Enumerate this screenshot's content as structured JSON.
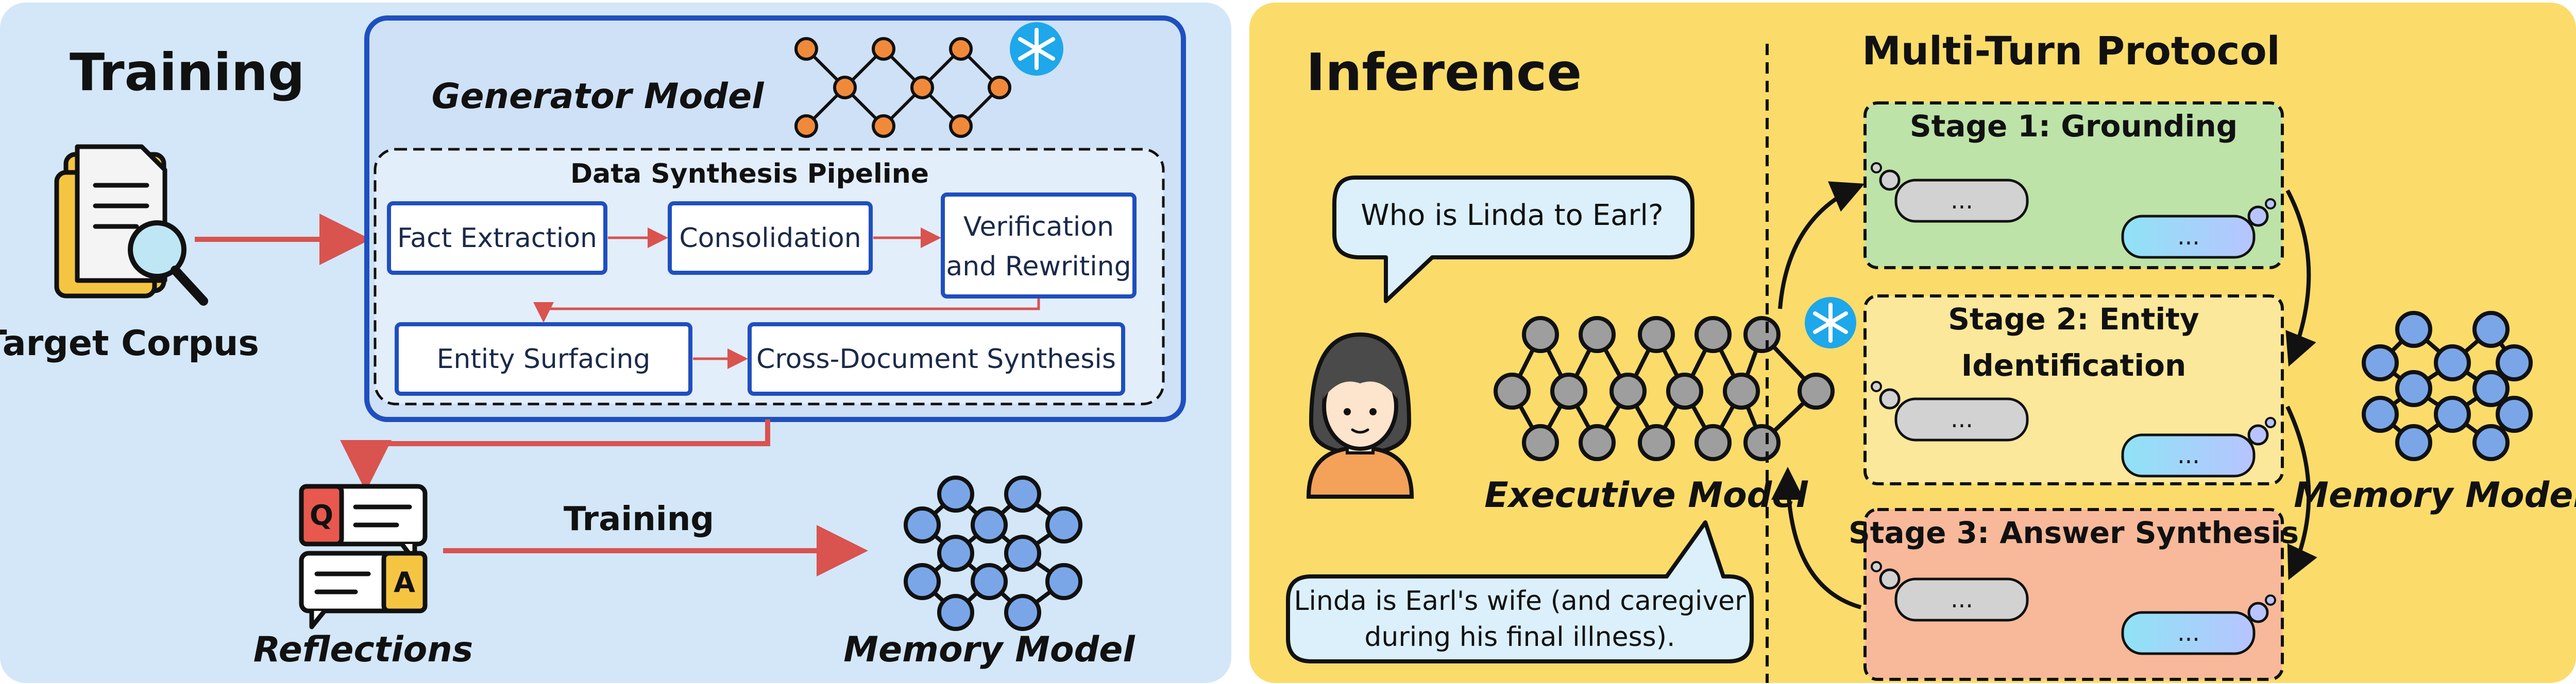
{
  "training": {
    "heading": "Training",
    "target_corpus_label": "Target Corpus",
    "generator_title": "Generator Model",
    "pipeline_title": "Data Synthesis Pipeline",
    "steps": {
      "fact_extraction": "Fact Extraction",
      "consolidation": "Consolidation",
      "verification_line1": "Verification",
      "verification_line2": "and Rewriting",
      "entity_surfacing": "Entity Surfacing",
      "cross_document": "Cross-Document Synthesis"
    },
    "reflections_label": "Reflections",
    "reflections_q": "Q",
    "reflections_a": "A",
    "arrow_label": "Training",
    "memory_model_label": "Memory Model"
  },
  "inference": {
    "heading": "Inference",
    "question": "Who is Linda to Earl?",
    "executive_label": "Executive Model",
    "answer_line1": "Linda is Earl's wife (and caregiver",
    "answer_line2": "during his final illness).",
    "protocol_title": "Multi-Turn Protocol",
    "stage1": "Stage 1: Grounding",
    "stage2_line1": "Stage 2: Entity",
    "stage2_line2": "Identification",
    "stage3": "Stage 3: Answer Synthesis",
    "ellipsis": "...",
    "memory_model_label": "Memory Model"
  },
  "colors": {
    "left_panel_bg": "#d3e7f8",
    "right_panel_bg": "#fbdc6a",
    "box_border": "#1f4fbf",
    "arrow_red": "#d9534f",
    "node_orange": "#f08a3a",
    "node_blue": "#7aa6e8",
    "node_gray": "#9e9e9e",
    "stage1_bg": "#bde3a8",
    "stage2_bg": "#fbe89a",
    "stage3_bg": "#f7b99a"
  }
}
